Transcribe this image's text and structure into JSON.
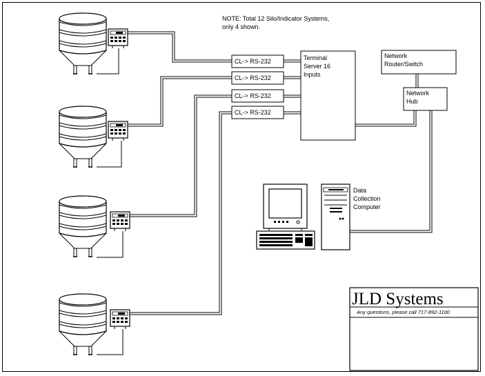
{
  "note": {
    "line1": "NOTE: Total 12 Silo/Indicator Systems,",
    "line2": "only 4 shown."
  },
  "converters": [
    "CL-> RS-232",
    "CL-> RS-232",
    "CL-> RS-232",
    "CL-> RS-232"
  ],
  "terminal_server": [
    "Terminal",
    "Server 16",
    "Inputs"
  ],
  "router": [
    "Network",
    "Router/Switch"
  ],
  "hub": [
    "Network",
    "Hub"
  ],
  "computer": [
    "Data",
    "Collection",
    "Computer"
  ],
  "title_block": {
    "company": "JLD Systems",
    "contact": "Any questions, please call 717-892-1100"
  }
}
